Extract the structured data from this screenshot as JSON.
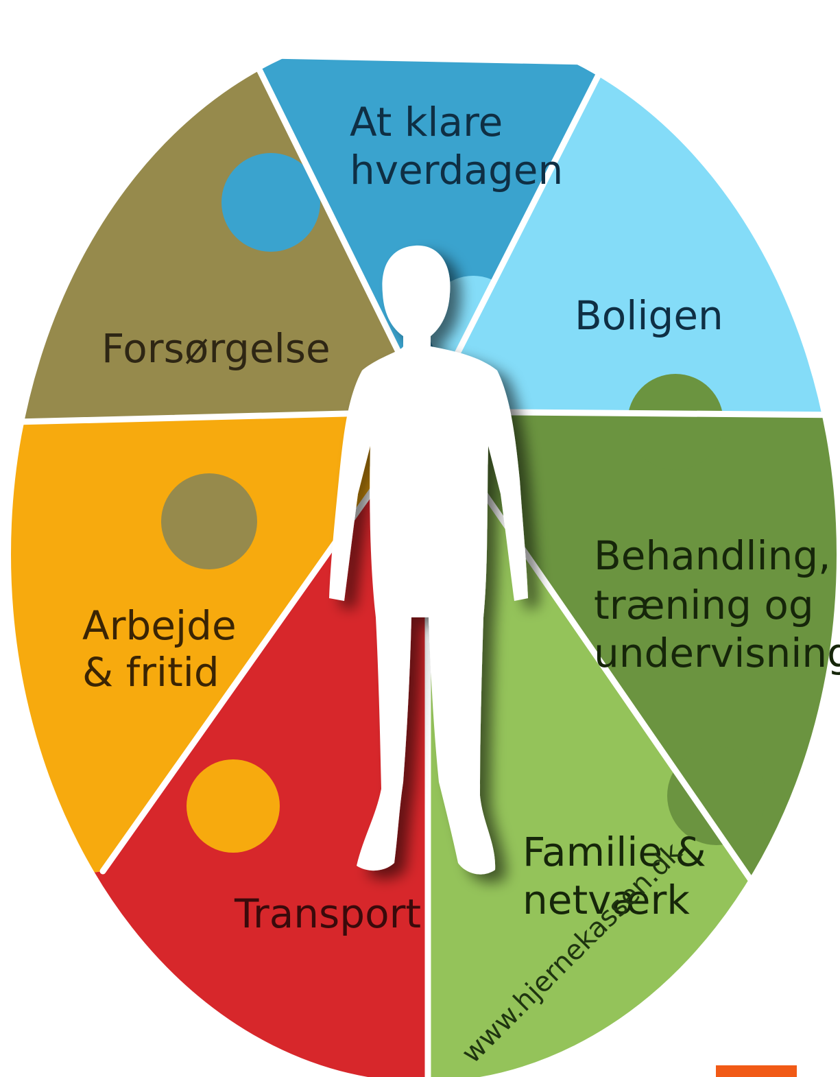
{
  "diagram": {
    "segments": [
      {
        "id": "at-klare-hverdagen",
        "lines": [
          "At klare",
          "hverdagen"
        ],
        "color": "#3aa3ce",
        "text_color": "#0f2f44"
      },
      {
        "id": "boligen",
        "lines": [
          "Boligen"
        ],
        "color": "#84dcf8",
        "text_color": "#0f2f44"
      },
      {
        "id": "behandling",
        "lines": [
          "Behandling,",
          "træning og",
          "undervisning"
        ],
        "color": "#6b9440",
        "text_color": "#16260a"
      },
      {
        "id": "familie",
        "lines": [
          "Familie &",
          "netværk"
        ],
        "color": "#94c35a",
        "text_color": "#16260a"
      },
      {
        "id": "transport",
        "lines": [
          "Transport"
        ],
        "color": "#d7272b",
        "text_color": "#3a0a0b"
      },
      {
        "id": "arbejde",
        "lines": [
          "Arbejde",
          "& fritid"
        ],
        "color": "#f7aa0e",
        "text_color": "#3a2404"
      },
      {
        "id": "forsorgelse",
        "lines": [
          "Forsørgelse"
        ],
        "color": "#968a4c",
        "text_color": "#2e2614"
      }
    ],
    "watermark": "www.hjernekassen.dk",
    "figure_color": "#ffffff",
    "corner_tab_color": "#f15a16"
  }
}
